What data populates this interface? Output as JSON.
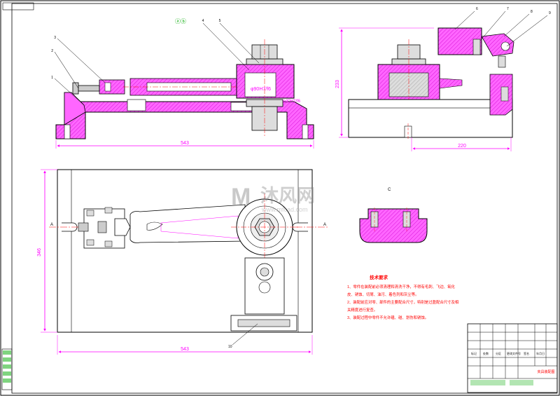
{
  "sheet": {
    "corner_box": "",
    "top_marker": "ⓐⓑ"
  },
  "front_view": {
    "dim_length": "543",
    "fit_main": "φ90H7/f6",
    "fit_small": "φ40H7/f6",
    "balloons": [
      "1",
      "2",
      "3",
      "4",
      "5"
    ]
  },
  "side_view": {
    "dim_height": "233",
    "dim_width": "220",
    "balloons": [
      "6",
      "7",
      "8",
      "9"
    ]
  },
  "top_view": {
    "dim_length": "543",
    "dim_width": "346",
    "section_marks": [
      "A",
      "A"
    ],
    "balloon": "10"
  },
  "detail_view": {
    "label": "C"
  },
  "watermark": {
    "brand": "沐风网",
    "url": "www.mfcad.com"
  },
  "tech_requirements": {
    "title": "技术要求",
    "lines": [
      "1、零件在装配前必须清理和清洗干净，不得有毛刺、飞边、氧化",
      "皮、锈蚀、切屑、油污、着色剂和灰尘等。",
      "2、装配前应对零、部件的主要配合尺寸，特别是过盈配合尺寸及相",
      "关精度进行复查。",
      "3、装配过程中零件不允许磕、碰、划伤和锈蚀。"
    ]
  },
  "title_block": {
    "title_red": "夹具装配图",
    "footer_labels": [
      "标记",
      "处数",
      "分区",
      "更改文件号",
      "签名",
      "年月日"
    ]
  },
  "colors": {
    "part_fill": "#ff66ff",
    "outline": "#000000",
    "dimension": "#ff00ff",
    "centerline": "#ff0000",
    "text_red": "#ff0000",
    "green": "#00aa00",
    "steel": "#b0b0b0"
  }
}
